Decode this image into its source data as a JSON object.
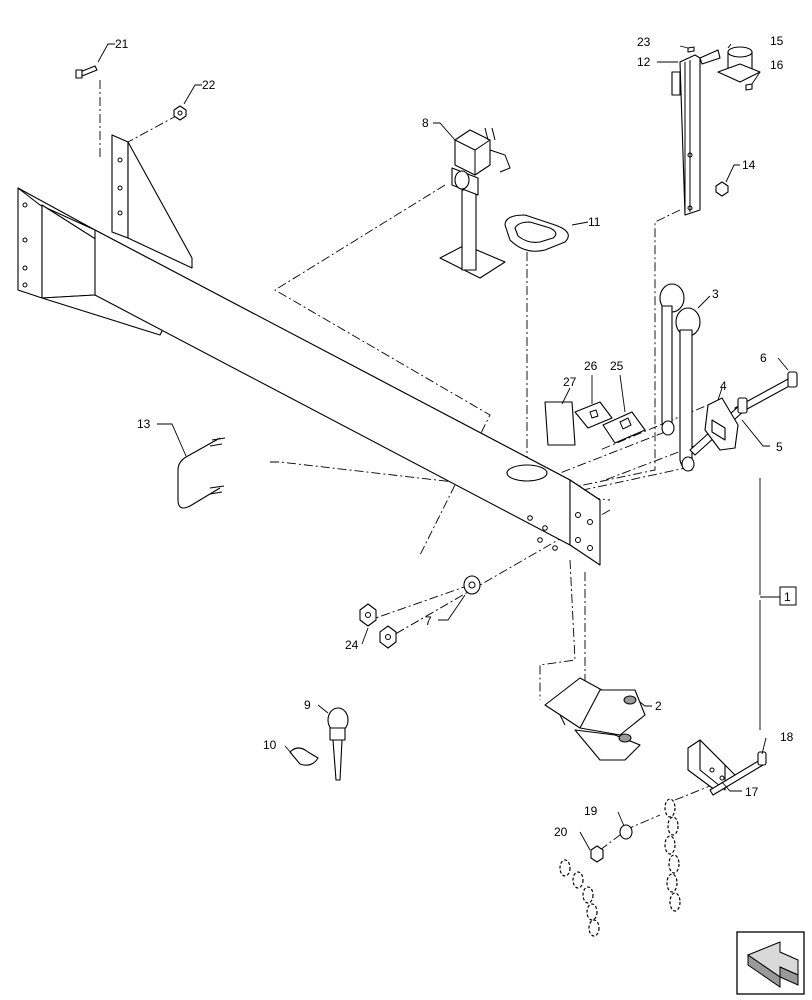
{
  "callouts": {
    "c1": "1",
    "c2": "2",
    "c3": "3",
    "c4": "4",
    "c5": "5",
    "c6": "6",
    "c7": "7",
    "c8": "8",
    "c9": "9",
    "c10": "10",
    "c11": "11",
    "c12": "12",
    "c13": "13",
    "c14": "14",
    "c15": "15",
    "c16": "16",
    "c17": "17",
    "c18": "18",
    "c19": "19",
    "c20": "20",
    "c21": "21",
    "c22": "22",
    "c23": "23",
    "c24": "24",
    "c25": "25",
    "c26": "26",
    "c27": "27"
  },
  "icons": {
    "nav": "next-page-arrow-icon"
  }
}
